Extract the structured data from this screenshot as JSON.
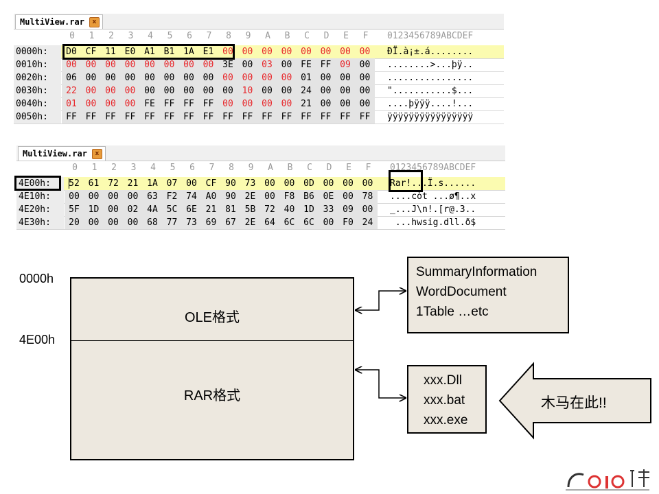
{
  "pane1": {
    "tab_label": "MultiView.rar",
    "tab_close_glyph": "x",
    "col_headers": [
      "0",
      "1",
      "2",
      "3",
      "4",
      "5",
      "6",
      "7",
      "8",
      "9",
      "A",
      "B",
      "C",
      "D",
      "E",
      "F"
    ],
    "ascii_header": "0123456789ABCDEF",
    "rows": [
      {
        "addr": "0000h:",
        "bytes": [
          "D0",
          "CF",
          "11",
          "E0",
          "A1",
          "B1",
          "1A",
          "E1",
          "00",
          "00",
          "00",
          "00",
          "00",
          "00",
          "00",
          "00"
        ],
        "red": [
          8,
          9,
          10,
          11,
          12,
          13,
          14,
          15
        ],
        "ascii": "ÐÏ.à¡±.á........",
        "highlight": true
      },
      {
        "addr": "0010h:",
        "bytes": [
          "00",
          "00",
          "00",
          "00",
          "00",
          "00",
          "00",
          "00",
          "3E",
          "00",
          "03",
          "00",
          "FE",
          "FF",
          "09",
          "00"
        ],
        "red": [
          0,
          1,
          2,
          3,
          4,
          5,
          6,
          7,
          10,
          14
        ],
        "ascii": "........>...þÿ..",
        "highlight": false
      },
      {
        "addr": "0020h:",
        "bytes": [
          "06",
          "00",
          "00",
          "00",
          "00",
          "00",
          "00",
          "00",
          "00",
          "00",
          "00",
          "00",
          "01",
          "00",
          "00",
          "00"
        ],
        "red": [
          8,
          9,
          10,
          11
        ],
        "ascii": "................",
        "highlight": false
      },
      {
        "addr": "0030h:",
        "bytes": [
          "22",
          "00",
          "00",
          "00",
          "00",
          "00",
          "00",
          "00",
          "00",
          "10",
          "00",
          "00",
          "24",
          "00",
          "00",
          "00"
        ],
        "red": [
          0,
          1,
          2,
          3,
          9
        ],
        "ascii": "\"...........$...",
        "highlight": false
      },
      {
        "addr": "0040h:",
        "bytes": [
          "01",
          "00",
          "00",
          "00",
          "FE",
          "FF",
          "FF",
          "FF",
          "00",
          "00",
          "00",
          "00",
          "21",
          "00",
          "00",
          "00"
        ],
        "red": [
          0,
          1,
          2,
          3,
          8,
          9,
          10,
          11
        ],
        "ascii": "....þÿÿÿ....!...",
        "highlight": false
      },
      {
        "addr": "0050h:",
        "bytes": [
          "FF",
          "FF",
          "FF",
          "FF",
          "FF",
          "FF",
          "FF",
          "FF",
          "FF",
          "FF",
          "FF",
          "FF",
          "FF",
          "FF",
          "FF",
          "FF"
        ],
        "red": [],
        "ascii": "ÿÿÿÿÿÿÿÿÿÿÿÿÿÿÿÿ",
        "highlight": false
      }
    ]
  },
  "pane2": {
    "tab_label": "MultiView.rar",
    "tab_close_glyph": "x",
    "col_headers": [
      "0",
      "1",
      "2",
      "3",
      "4",
      "5",
      "6",
      "7",
      "8",
      "9",
      "A",
      "B",
      "C",
      "D",
      "E",
      "F"
    ],
    "ascii_header": "0123456789ABCDEF",
    "rows": [
      {
        "addr": "4E00h:",
        "bytes": [
          "52",
          "61",
          "72",
          "21",
          "1A",
          "07",
          "00",
          "CF",
          "90",
          "73",
          "00",
          "00",
          "0D",
          "00",
          "00",
          "00"
        ],
        "red": [],
        "ascii": "Rar!...Ï.s......",
        "highlight": true
      },
      {
        "addr": "4E10h:",
        "bytes": [
          "00",
          "00",
          "00",
          "00",
          "63",
          "F2",
          "74",
          "A0",
          "90",
          "2E",
          "00",
          "F8",
          "B6",
          "0E",
          "00",
          "78"
        ],
        "red": [],
        "ascii": "....còt ...ø¶..x",
        "highlight": false
      },
      {
        "addr": "4E20h:",
        "bytes": [
          "5F",
          "1D",
          "00",
          "02",
          "4A",
          "5C",
          "6E",
          "21",
          "81",
          "5B",
          "72",
          "40",
          "1D",
          "33",
          "09",
          "00"
        ],
        "red": [],
        "ascii": "_...J\\n!.[r@.3..",
        "highlight": false
      },
      {
        "addr": "4E30h:",
        "bytes": [
          "20",
          "00",
          "00",
          "00",
          "68",
          "77",
          "73",
          "69",
          "67",
          "2E",
          "64",
          "6C",
          "6C",
          "00",
          "F0",
          "24"
        ],
        "red": [],
        "ascii": " ...hwsig.dll.ð$",
        "highlight": false
      }
    ]
  },
  "diagram": {
    "offset_top": "0000h",
    "offset_mid": "4E00h",
    "ole_label": "OLE格式",
    "rar_label": "RAR格式",
    "ole_callout": [
      "SummaryInformation",
      "WordDocument",
      "1Table …etc"
    ],
    "rar_callout": [
      "xxx.Dll",
      "xxx.bat",
      "xxx.exe"
    ],
    "arrow_text": "木马在此!!"
  },
  "colors": {
    "red_byte": "#e8262a",
    "highlight": "#fbfbb0",
    "box_fill": "#ede8df"
  }
}
